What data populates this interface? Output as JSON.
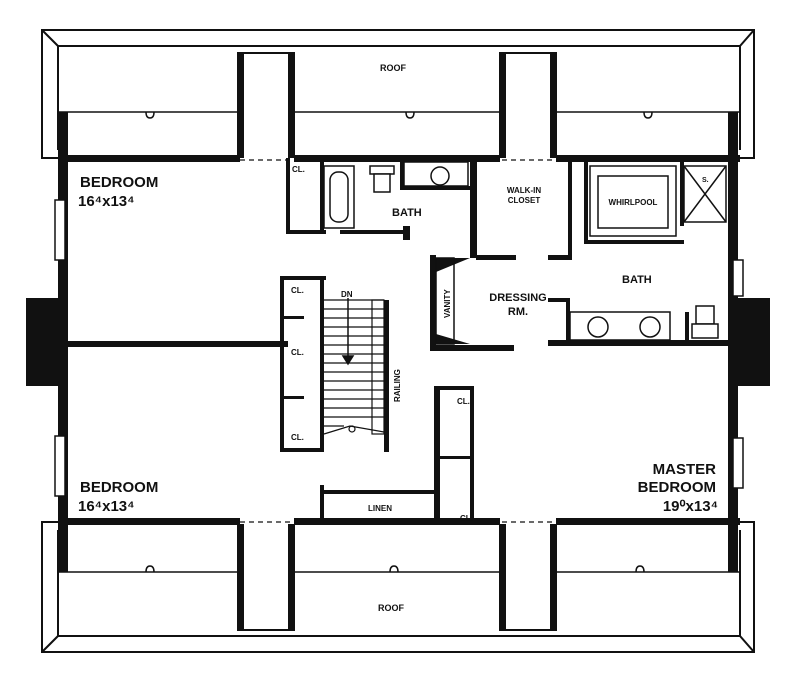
{
  "labels": {
    "roof_top": "ROOF",
    "roof_bottom": "ROOF",
    "bedroom_nw": "BEDROOM",
    "bedroom_nw_size": "16⁴x13⁴",
    "bedroom_sw": "BEDROOM",
    "bedroom_sw_size": "16⁴x13⁴",
    "master_1": "MASTER",
    "master_2": "BEDROOM",
    "master_size": "19⁰x13⁴",
    "bath_1": "BATH",
    "bath_2": "BATH",
    "walkin_1": "WALK-IN",
    "walkin_2": "CLOSET",
    "whirlpool": "WHIRLPOOL",
    "shower": "S.",
    "dressing_1": "DRESSING",
    "dressing_2": "RM.",
    "vanity": "VANITY",
    "stair_dn": "DN",
    "railing": "RAILING",
    "linen": "LINEN",
    "cl_1": "CL.",
    "cl_2": "CL.",
    "cl_3": "CL.",
    "cl_4": "CL.",
    "cl_5": "CL.",
    "cl_6": "CL."
  },
  "colors": {
    "ink": "#111111",
    "paper": "#ffffff"
  }
}
